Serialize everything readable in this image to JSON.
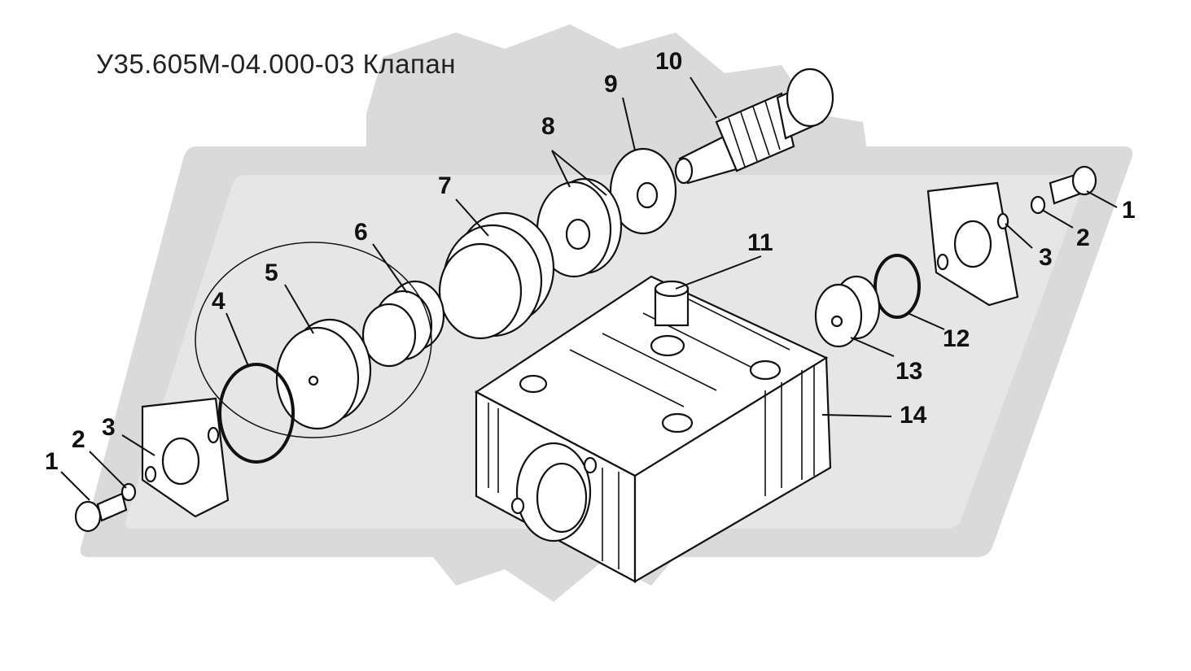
{
  "diagram": {
    "title": "У35.605М-04.000-03 Клапан",
    "colors": {
      "background": "#ffffff",
      "watermark": "#dadada",
      "ink": "#111111"
    },
    "callouts": [
      {
        "id": "c1a",
        "label": "1"
      },
      {
        "id": "c2a",
        "label": "2"
      },
      {
        "id": "c3a",
        "label": "3"
      },
      {
        "id": "c4",
        "label": "4"
      },
      {
        "id": "c5",
        "label": "5"
      },
      {
        "id": "c6",
        "label": "6"
      },
      {
        "id": "c7",
        "label": "7"
      },
      {
        "id": "c8",
        "label": "8"
      },
      {
        "id": "c9",
        "label": "9"
      },
      {
        "id": "c10",
        "label": "10"
      },
      {
        "id": "c11",
        "label": "11"
      },
      {
        "id": "c12",
        "label": "12"
      },
      {
        "id": "c13",
        "label": "13"
      },
      {
        "id": "c14",
        "label": "14"
      },
      {
        "id": "c1b",
        "label": "1"
      },
      {
        "id": "c2b",
        "label": "2"
      },
      {
        "id": "c3b",
        "label": "3"
      }
    ]
  }
}
